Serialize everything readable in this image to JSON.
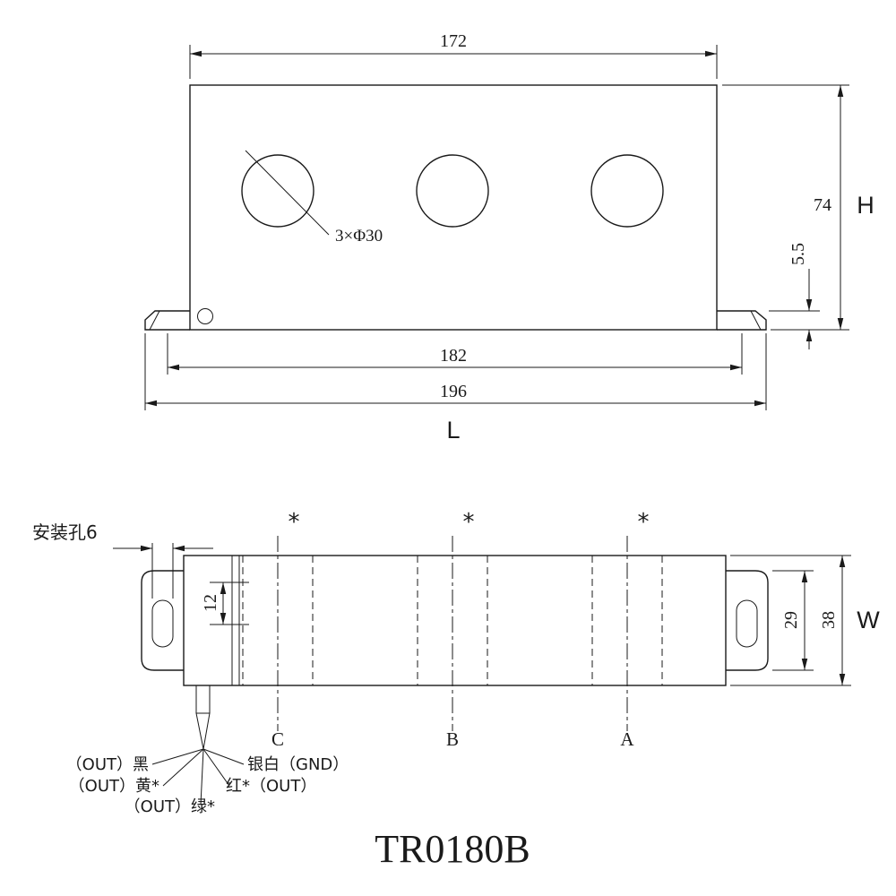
{
  "colors": {
    "line": "#1a1a1a",
    "background": "#ffffff"
  },
  "top_view": {
    "width_label": "172",
    "height_label": "74",
    "height_letter": "H",
    "foot_height_label": "5.5",
    "inner_width_label": "182",
    "outer_width_label": "196",
    "length_letter": "L",
    "holes_label": "3×Φ30"
  },
  "bottom_view": {
    "mounting_hole_label": "安装孔6",
    "offset_label": "12",
    "tab_height_label": "29",
    "depth_label": "38",
    "depth_letter": "W",
    "asterisk": "*",
    "centerlines": [
      {
        "label": "C"
      },
      {
        "label": "B"
      },
      {
        "label": "A"
      }
    ],
    "wires": {
      "black": "（OUT）黑",
      "yellow": "（OUT）黄*",
      "green": "（OUT）绿*",
      "silver": "银白（GND）",
      "red": "红*（OUT）"
    }
  },
  "footer": {
    "model": "TR0180B"
  }
}
